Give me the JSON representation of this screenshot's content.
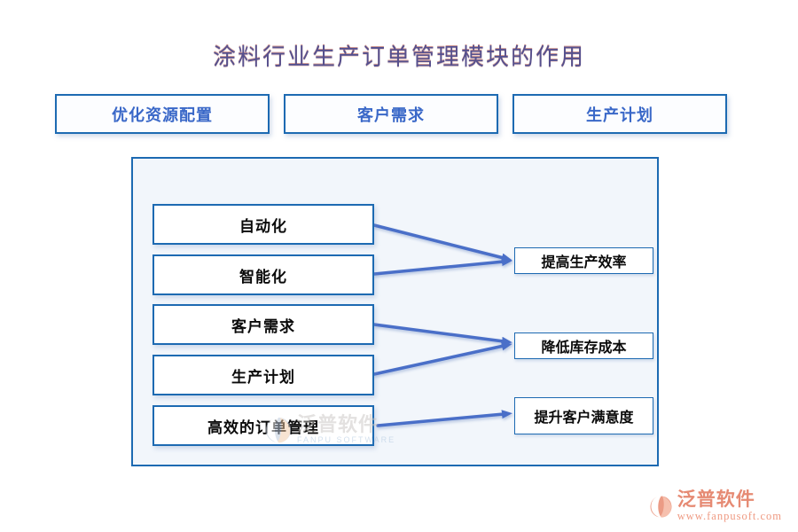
{
  "title": {
    "text": "涂料行业生产订单管理模块的作用"
  },
  "top_boxes": [
    {
      "label": "优化资源配置"
    },
    {
      "label": "客户需求"
    },
    {
      "label": "生产计划"
    }
  ],
  "flow": {
    "left_boxes": [
      {
        "label": "自动化"
      },
      {
        "label": "智能化"
      },
      {
        "label": "客户需求"
      },
      {
        "label": "生产计划"
      },
      {
        "label": "高效的订单管理"
      }
    ],
    "right_boxes": [
      {
        "label": "提高生产效率"
      },
      {
        "label": "降低库存成本"
      },
      {
        "label": "提升客户满意度"
      }
    ],
    "arrows": [
      {
        "from": "自动化",
        "to": "提高生产效率"
      },
      {
        "from": "智能化",
        "to": "提高生产效率"
      },
      {
        "from": "客户需求",
        "to": "降低库存成本"
      },
      {
        "from": "生产计划",
        "to": "降低库存成本"
      },
      {
        "from": "高效的订单管理",
        "to": "提升客户满意度"
      }
    ]
  },
  "watermarks": {
    "center": {
      "brand": "泛普软件",
      "caption": "FANPU SOFTWARE"
    },
    "footer": {
      "brand": "泛普软件",
      "url": "www.fanpusoft.com"
    }
  },
  "colors": {
    "box_border": "#1d6ab2",
    "panel_background": "#f2f6fb",
    "top_label_blue": "#3a68c8",
    "arrow_blue": "#4a6fc8",
    "footer_salmon": "#e68a73"
  }
}
